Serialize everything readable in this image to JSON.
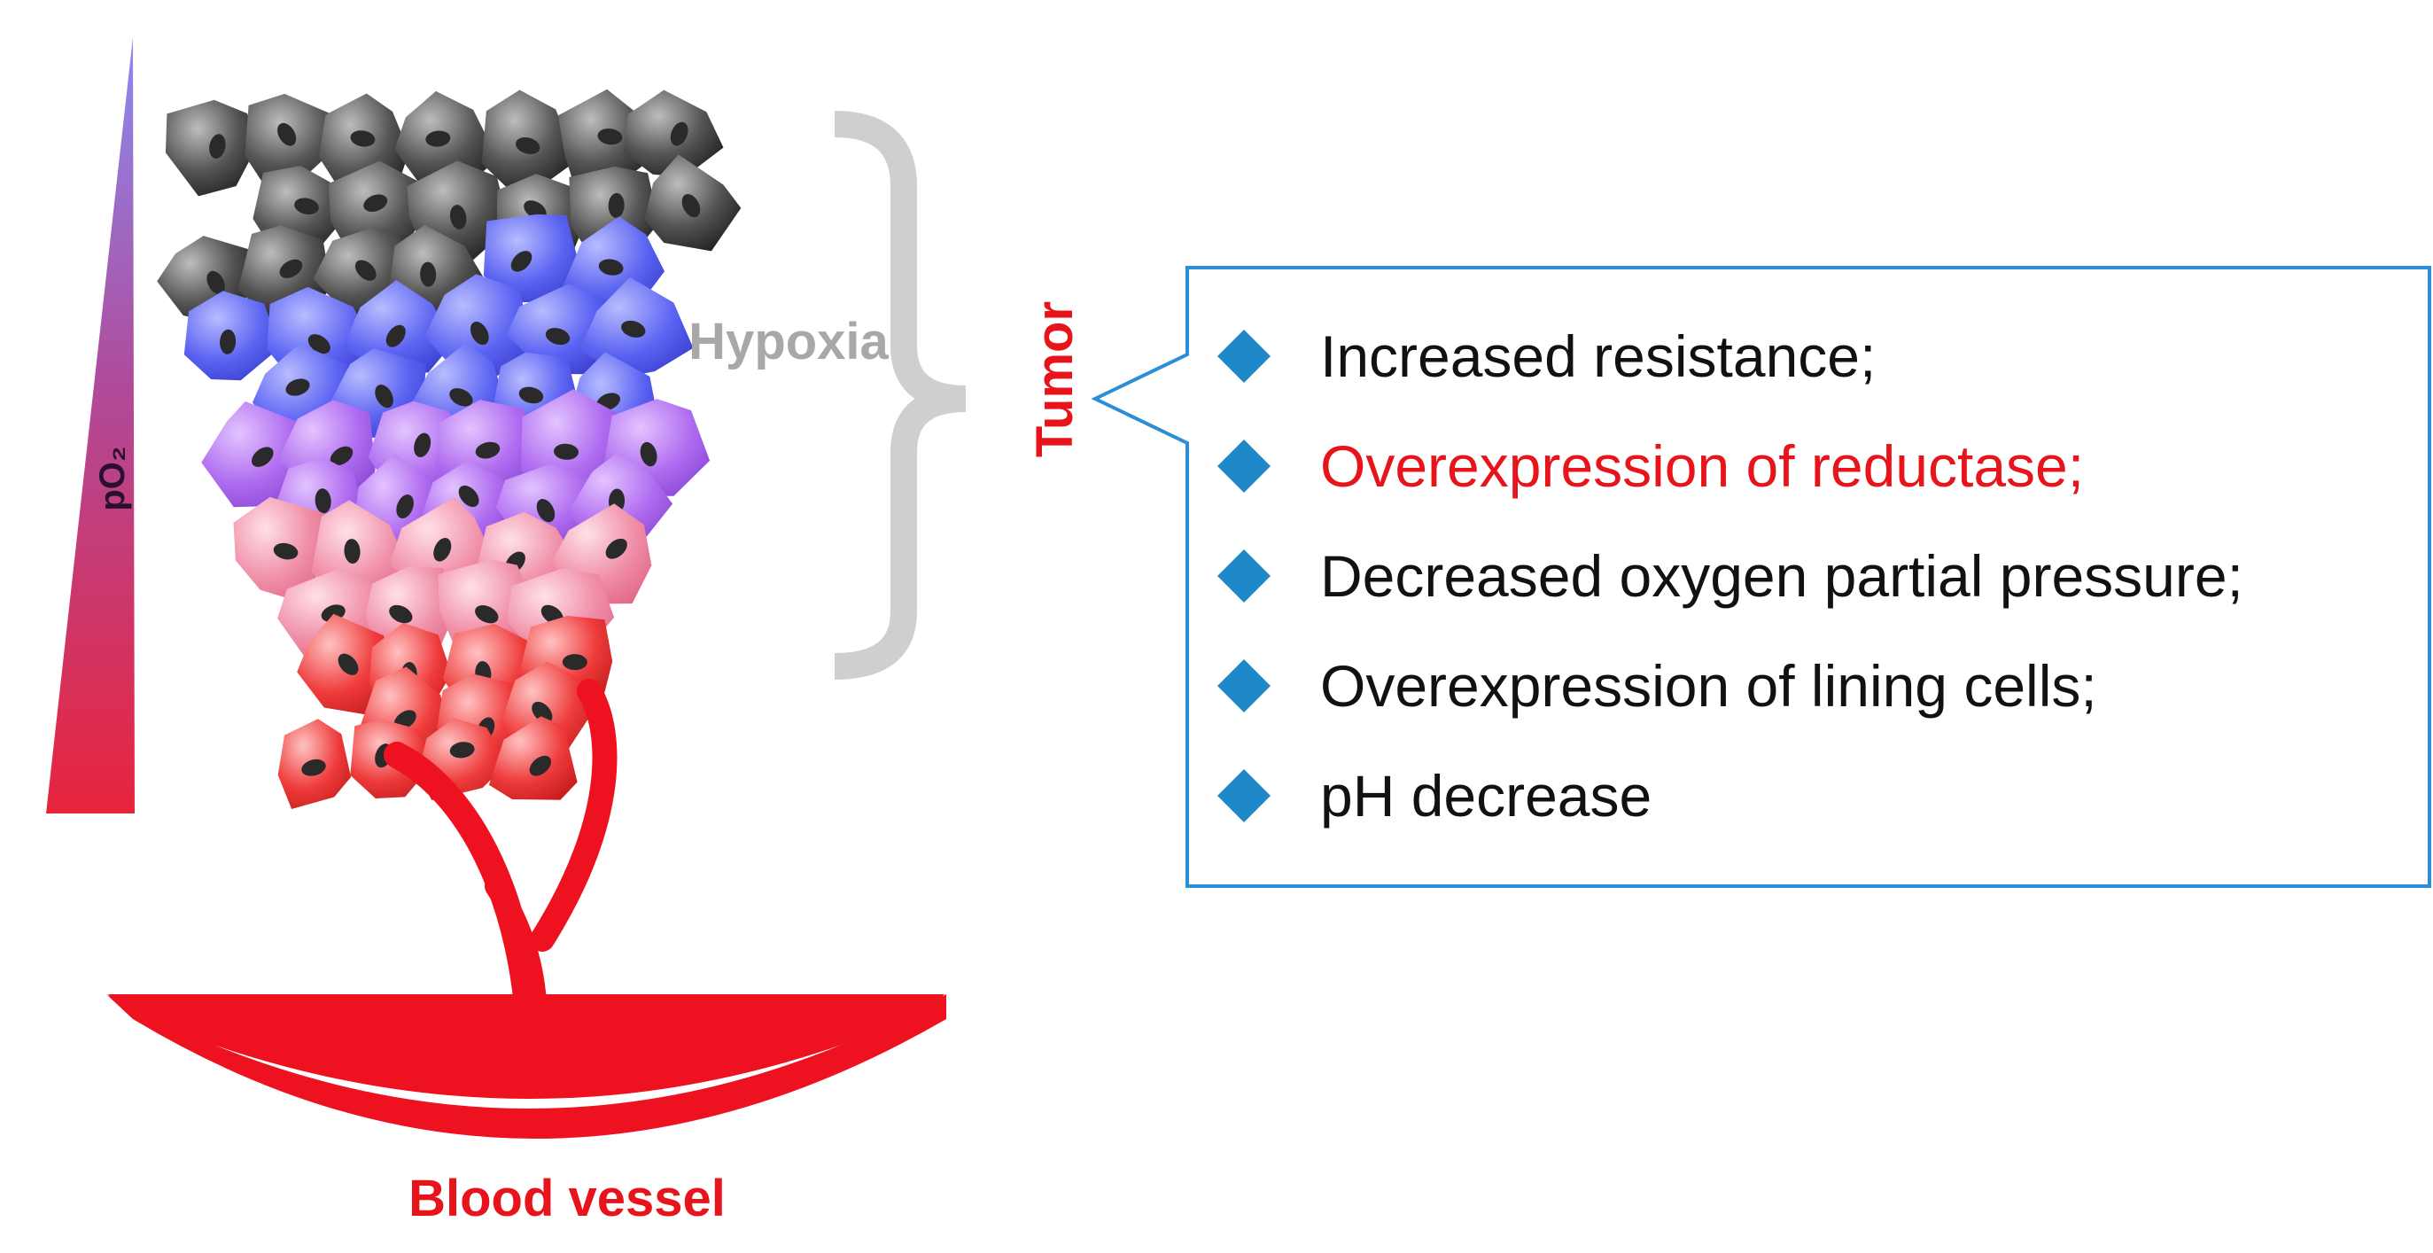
{
  "labels": {
    "po2": "pO₂",
    "hypoxia": "Hypoxia",
    "tumor": "Tumor",
    "blood_vessel": "Blood vessel"
  },
  "colors": {
    "gradient_top": "#8a8cf0",
    "gradient_bottom": "#e8243c",
    "cells_normoxic": "#2d2d2d",
    "cells_blue": "#5b63f2",
    "cells_violet": "#b06cf0",
    "cells_pink": "#f08fa8",
    "cells_red": "#ef3b3b",
    "vessel": "#ee1220",
    "tumor_text": "#e8141c",
    "hypoxia_text": "#a8a8a8",
    "brace": "#cfcfcf",
    "box_border": "#2b8ed6",
    "bullet": "#1e88c8",
    "highlight_text": "#e8141c",
    "body_text": "#111111"
  },
  "features": {
    "items": [
      {
        "text": "Increased resistance;",
        "highlight": false
      },
      {
        "text": "Overexpression of reductase;",
        "highlight": true
      },
      {
        "text": "Decreased oxygen partial pressure;",
        "highlight": false
      },
      {
        "text": "Overexpression of lining cells;",
        "highlight": false
      },
      {
        "text": "pH decrease",
        "highlight": false
      }
    ]
  }
}
